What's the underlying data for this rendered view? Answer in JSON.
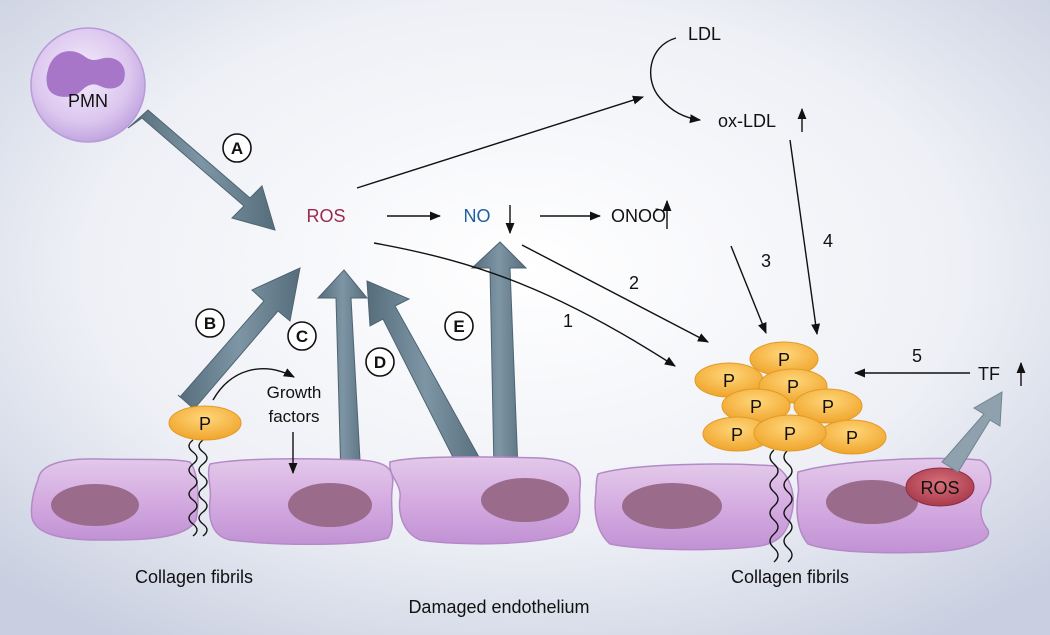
{
  "labels": {
    "pmn": "PMN",
    "ros": "ROS",
    "no": "NO",
    "onoo": "ONOO",
    "onoo_sup": "-",
    "ldl": "LDL",
    "ox_ldl": "ox-LDL",
    "tf": "TF",
    "growth_factors_1": "Growth",
    "growth_factors_2": "factors",
    "collagen_left": "Collagen fibrils",
    "collagen_right": "Collagen fibrils",
    "damaged_endothelium": "Damaged endothelium",
    "cell_ros": "ROS",
    "platelet": "P"
  },
  "pathway_letters": [
    "A",
    "B",
    "C",
    "D",
    "E"
  ],
  "pathway_numbers": [
    "1",
    "2",
    "3",
    "4",
    "5"
  ],
  "colors": {
    "ros_text": "#9b2a4a",
    "no_text": "#1f5f9e",
    "arrow_fill": "#6f8796",
    "platelet": "#f7b53a",
    "cell": "#d7b3df",
    "nucleus": "#9b6b8c",
    "background": "#dfe3ef"
  }
}
